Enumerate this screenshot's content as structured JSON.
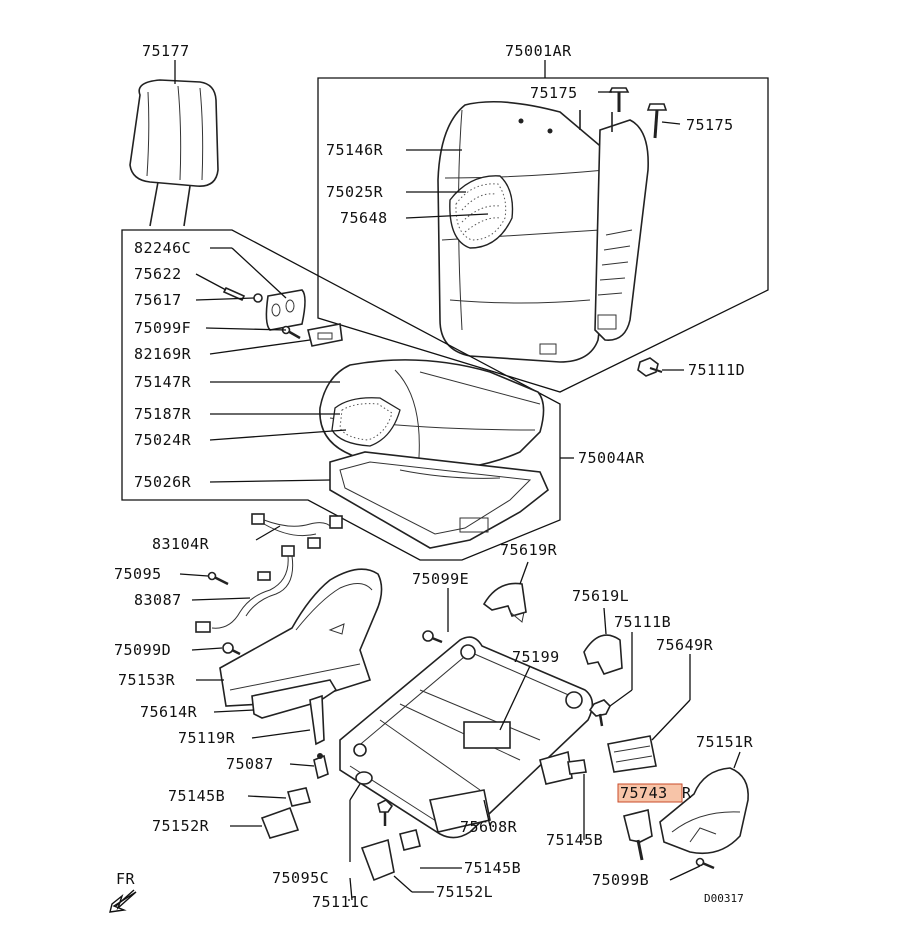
{
  "diagram": {
    "parts": {
      "p75177": "75177",
      "p75001AR": "75001AR",
      "p75175a": "75175",
      "p75175b": "75175",
      "p75146R": "75146R",
      "p75025R": "75025R",
      "p75648": "75648",
      "p82246C": "82246C",
      "p75622": "75622",
      "p75617": "75617",
      "p75099F": "75099F",
      "p82169R": "82169R",
      "p75147R": "75147R",
      "p75187R": "75187R",
      "p75024R": "75024R",
      "p75026R": "75026R",
      "p75004AR": "75004AR",
      "p75111D": "75111D",
      "p83104R": "83104R",
      "p75619R": "75619R",
      "p75095": "75095",
      "p83087": "83087",
      "p75099E": "75099E",
      "p75619L": "75619L",
      "p75111B": "75111B",
      "p75099D": "75099D",
      "p75199": "75199",
      "p75649R": "75649R",
      "p75153R": "75153R",
      "p75614R": "75614R",
      "p75151R": "75151R",
      "p75119R": "75119R",
      "p75087": "75087",
      "p75743": "75743",
      "p75743suffix": "R",
      "p75145Ba": "75145B",
      "p75608R": "75608R",
      "p75152R": "75152R",
      "p75145Bb": "75145B",
      "p75145Bc": "75145B",
      "p75095C": "75095C",
      "p75099B": "75099B",
      "p75152L": "75152L",
      "p75111C": "75111C"
    },
    "fr_label": "FR",
    "diagram_code": "D00317",
    "highlight_color": "#f7c4a8"
  }
}
